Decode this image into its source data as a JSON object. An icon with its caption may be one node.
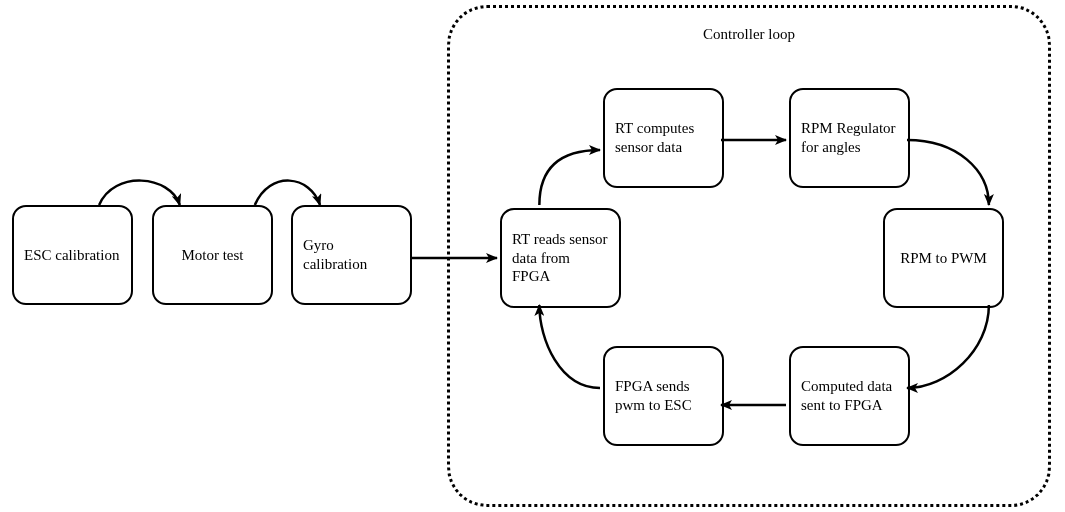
{
  "diagram": {
    "nodes": [
      {
        "text": [
          "Controller loop"
        ]
      },
      {
        "text": [
          "ESC calibration"
        ]
      },
      {
        "text": [
          "Motor test"
        ]
      },
      {
        "text": [
          "Gyro calibration"
        ]
      },
      {
        "text": [
          "RT reads sensor data from FPGA"
        ],
        "in": 0
      },
      {
        "text": [
          "RT computes sensor data"
        ],
        "in": 0
      },
      {
        "text": [
          "RPM Regulator for angles"
        ],
        "in": 0
      },
      {
        "text": [
          "RPM to PWM"
        ],
        "in": 0
      },
      {
        "text": [
          "Computed data sent to FPGA"
        ],
        "in": 0
      },
      {
        "text": [
          "FPGA sends pwm to ESC"
        ],
        "in": 0
      }
    ],
    "edges": [
      {
        "from": 1,
        "to": 2,
        "arrow": "to"
      },
      {
        "from": 2,
        "to": 3,
        "arrow": "to"
      },
      {
        "from": 3,
        "to": 4,
        "arrow": "to"
      },
      {
        "from": 4,
        "to": 5,
        "arrow": "to"
      },
      {
        "from": 5,
        "to": 6,
        "arrow": "to"
      },
      {
        "from": 6,
        "to": 7,
        "arrow": "to"
      },
      {
        "from": 7,
        "to": 8,
        "arrow": "to"
      },
      {
        "from": 8,
        "to": 9,
        "arrow": "to"
      },
      {
        "from": 9,
        "to": 4,
        "arrow": "to"
      }
    ]
  }
}
